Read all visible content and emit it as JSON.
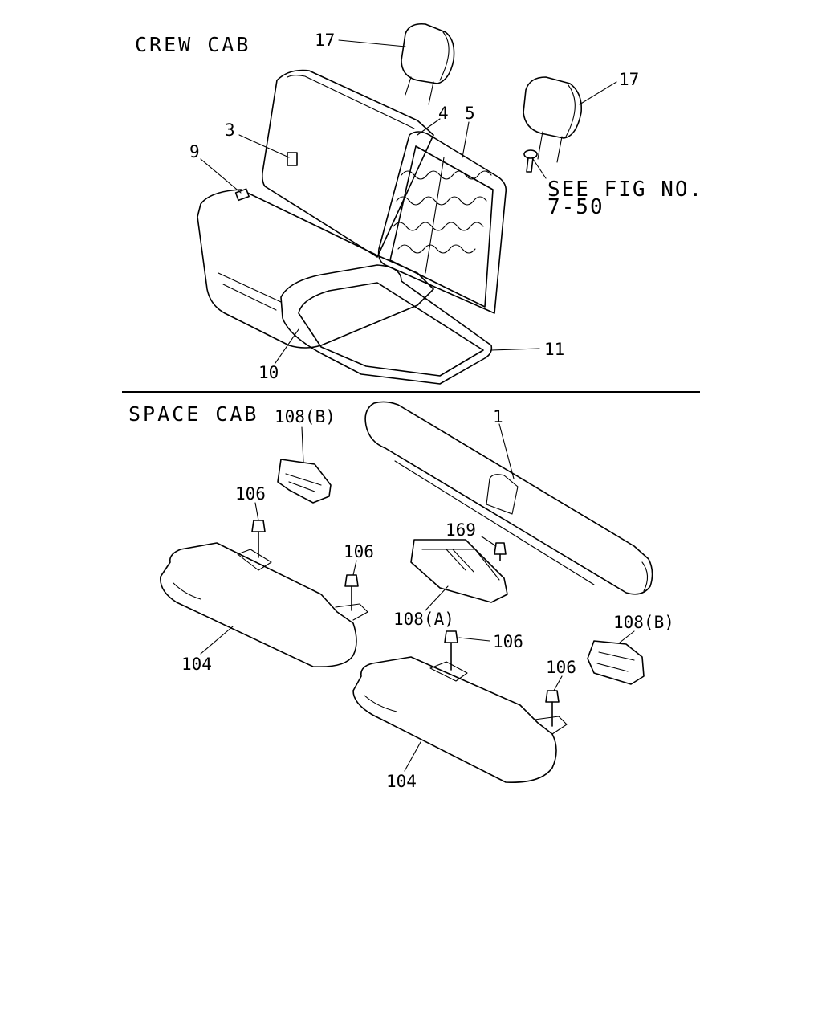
{
  "sections": {
    "crew_cab": "CREW CAB",
    "space_cab": "SPACE CAB"
  },
  "reference": {
    "line1": "SEE FIG NO.",
    "line2": "7-50"
  },
  "callouts": {
    "c17a": "17",
    "c17b": "17",
    "c3": "3",
    "c4": "4",
    "c5": "5",
    "c9": "9",
    "c10": "10",
    "c11": "11",
    "c108b_top": "108(B)",
    "c1": "1",
    "c106_a": "106",
    "c106_b": "106",
    "c169": "169",
    "c108a": "108(A)",
    "c104_a": "104",
    "c106_c": "106",
    "c108b_right": "108(B)",
    "c106_d": "106",
    "c104_b": "104"
  }
}
